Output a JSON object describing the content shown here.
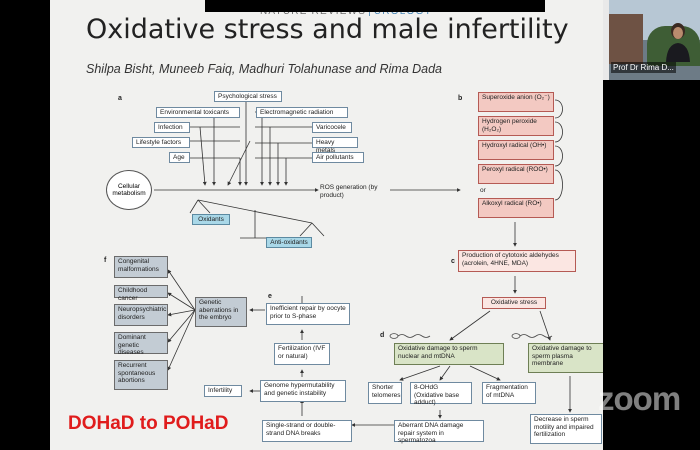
{
  "slide": {
    "journal": "NATURE REVIEWS",
    "journal_sep": "|",
    "journal_section": "UROLOGY",
    "title": "Oxidative stress and male infertility",
    "authors": "Shilpa Bisht, Muneeb Faiq, Madhuri Tolahunase and Rima Dada",
    "overlay_text": "DOHaD to POHaD"
  },
  "panel_a": {
    "label": "a",
    "factors_left": [
      "Environmental toxicants",
      "Infection",
      "Lifestyle factors",
      "Age"
    ],
    "factor_top": "Psychological stress",
    "factors_right": [
      "Electromagnetic radiation",
      "Varicocele",
      "Heavy metals",
      "Air pollutants"
    ],
    "cellular": "Cellular metabolism",
    "ros": "ROS generation (by product)",
    "oxidants": "Oxidants",
    "antioxidants": "Anti-oxidants"
  },
  "panel_b": {
    "label": "b",
    "radicals": [
      "Superoxide anion (O₂⁻)",
      "Hydrogen peroxide (H₂O₂)",
      "Hydroxyl radical (OH•)",
      "Peroxyl radical (ROO•)",
      "Alkoxyl radical (RO•)"
    ],
    "or": "or"
  },
  "panel_c": {
    "label": "c",
    "aldehydes": "Production of cytotoxic aldehydes (acrolein, 4HNE, MDA)",
    "oxstress": "Oxidative stress"
  },
  "panel_d": {
    "label": "d",
    "dna_damage": "Oxidative damage to sperm nuclear and mtDNA",
    "membrane_damage": "Oxidative damage to sperm plasma membrane",
    "telomeres": "Shorter telomeres",
    "ohdg": "8-OHdG (Oxidative base adduct)",
    "fragmentation": "Fragmentation of mtDNA",
    "aberrant": "Aberrant DNA damage repair system in spermatozoa",
    "decrease": "Decrease in sperm motility and impaired fertilization"
  },
  "panel_e": {
    "label": "e",
    "inefficient": "Inefficient repair by oocyte prior to S-phase",
    "fertilization": "Fertilization (IVF or natural)",
    "infertility": "Infertility",
    "genome": "Genome hypermutability and genetic instability",
    "breaks": "Single-strand or double-strand DNA breaks"
  },
  "panel_f": {
    "label": "f",
    "aberrations": "Genetic aberrations in the embryo",
    "outcomes": [
      "Congenital malformations",
      "Childhood cancer",
      "Neuropsychiatric disorders",
      "Dominant genetic diseases",
      "Recurrent spontaneous abortions"
    ]
  },
  "video": {
    "participant_name": "Prof Dr Rima D..."
  },
  "watermark": "zoom"
}
